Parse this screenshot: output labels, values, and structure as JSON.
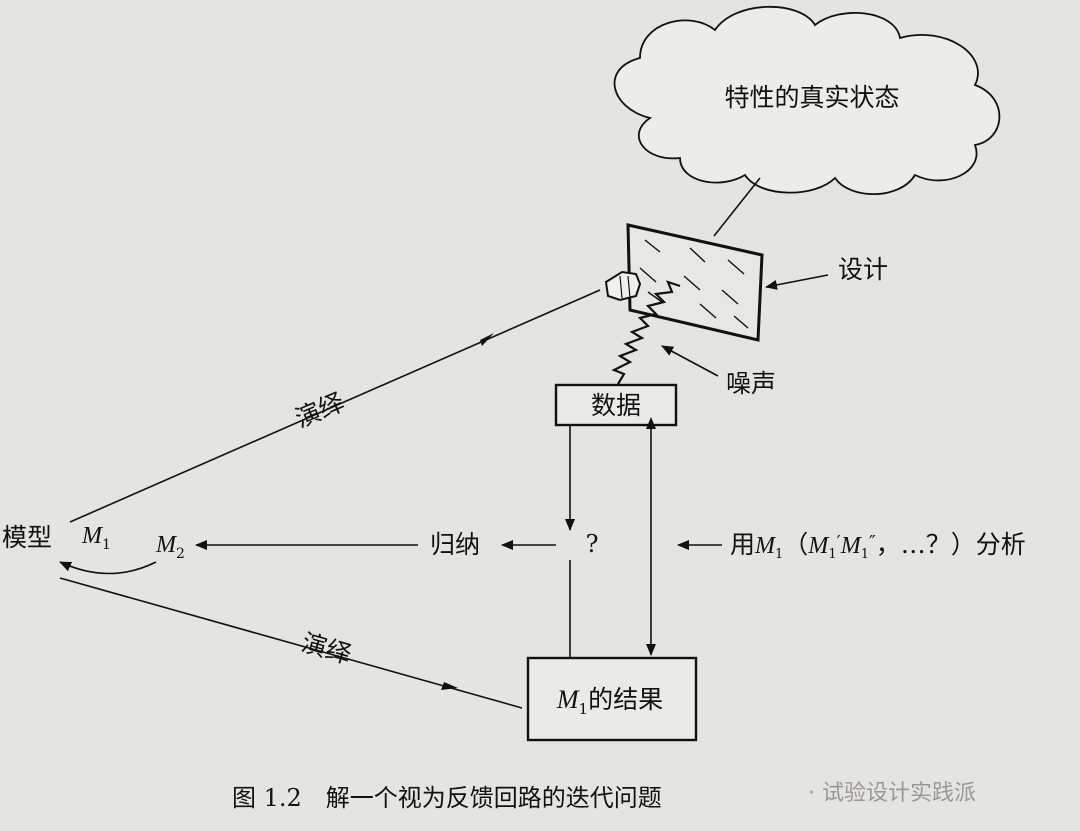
{
  "cloud_text": "特性的真实状态",
  "design_label": "设计",
  "noise_label": "噪声",
  "data_box": "数据",
  "model_label": "模型",
  "m1_label": "M",
  "m1_sub": "1",
  "m2_label": "M",
  "m2_sub": "2",
  "induction_label": "归纳",
  "question_mark": "?",
  "deduction_top": "演绎",
  "deduction_bottom": "演绎",
  "analysis_label": {
    "prefix": "用",
    "m": "M",
    "sub1": "1",
    "paren_open": "（",
    "m_prime": "M",
    "sub_prime": "1",
    "prime": "′",
    "m_dprime": "M",
    "sub_dprime": "1",
    "dprime": "″",
    "rest": "，…？）分析"
  },
  "result_box": {
    "m": "M",
    "sub": "1",
    "text": "的结果"
  },
  "caption": "图 1.2　解一个视为反馈回路的迭代问题",
  "watermark": "· 试验设计实践派"
}
